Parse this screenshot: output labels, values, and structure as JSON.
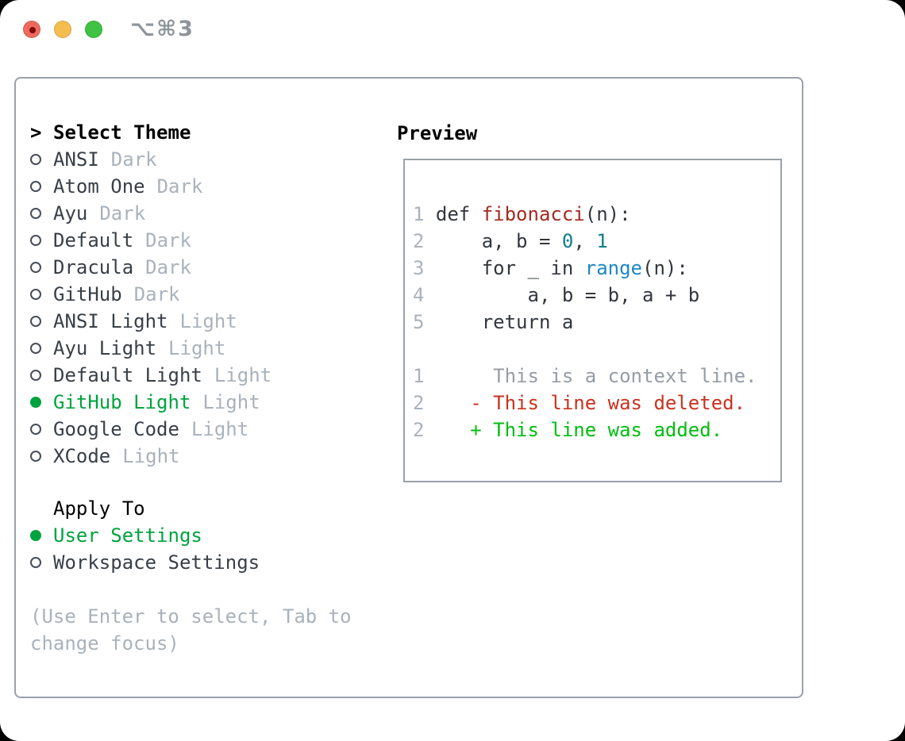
{
  "titlebar": {
    "shortcut": "⌥⌘3",
    "buttons": [
      "close",
      "minimize",
      "zoom"
    ],
    "colors": {
      "close": "#ee6a5e",
      "close_dot": "#7e0d08",
      "minimize": "#f5bd4f",
      "zoom": "#40c244",
      "shortcut_text": "#8e949b"
    }
  },
  "theme_panel": {
    "prompt": ">",
    "title": "Select Theme",
    "items": [
      {
        "name": "ANSI",
        "variant": "Dark",
        "selected": false
      },
      {
        "name": "Atom One",
        "variant": "Dark",
        "selected": false
      },
      {
        "name": "Ayu",
        "variant": "Dark",
        "selected": false
      },
      {
        "name": "Default",
        "variant": "Dark",
        "selected": false
      },
      {
        "name": "Dracula",
        "variant": "Dark",
        "selected": false
      },
      {
        "name": "GitHub",
        "variant": "Dark",
        "selected": false
      },
      {
        "name": "ANSI Light",
        "variant": "Light",
        "selected": false
      },
      {
        "name": "Ayu Light",
        "variant": "Light",
        "selected": false
      },
      {
        "name": "Default Light",
        "variant": "Light",
        "selected": false
      },
      {
        "name": "GitHub Light",
        "variant": "Light",
        "selected": true
      },
      {
        "name": "Google Code",
        "variant": "Light",
        "selected": false
      },
      {
        "name": "XCode",
        "variant": "Light",
        "selected": false
      }
    ],
    "apply_to": {
      "title": "Apply To",
      "options": [
        {
          "label": "User Settings",
          "selected": true
        },
        {
          "label": "Workspace Settings",
          "selected": false
        }
      ]
    },
    "hint": "(Use Enter to select, Tab to change focus)"
  },
  "preview": {
    "title": "Preview",
    "code_lines": [
      [
        {
          "t": "1 ",
          "c": "ln"
        },
        {
          "t": "def ",
          "c": "plain"
        },
        {
          "t": "fibonacci",
          "c": "func"
        },
        {
          "t": "(n):",
          "c": "plain"
        }
      ],
      [
        {
          "t": "2 ",
          "c": "ln"
        },
        {
          "t": "    a, b = ",
          "c": "plain"
        },
        {
          "t": "0",
          "c": "num"
        },
        {
          "t": ", ",
          "c": "plain"
        },
        {
          "t": "1",
          "c": "num"
        }
      ],
      [
        {
          "t": "3 ",
          "c": "ln"
        },
        {
          "t": "    for _ in ",
          "c": "plain"
        },
        {
          "t": "range",
          "c": "builtin"
        },
        {
          "t": "(n):",
          "c": "plain"
        }
      ],
      [
        {
          "t": "4 ",
          "c": "ln"
        },
        {
          "t": "        a, b = b, a + b",
          "c": "plain"
        }
      ],
      [
        {
          "t": "5 ",
          "c": "ln"
        },
        {
          "t": "    return a",
          "c": "plain"
        }
      ],
      [],
      [
        {
          "t": "1 ",
          "c": "ln"
        },
        {
          "t": "     This is a context line.",
          "c": "ctx"
        }
      ],
      [
        {
          "t": "2 ",
          "c": "ln"
        },
        {
          "t": "   - This line was deleted.",
          "c": "del"
        }
      ],
      [
        {
          "t": "2 ",
          "c": "ln"
        },
        {
          "t": "   + This line was added.",
          "c": "add"
        }
      ]
    ]
  },
  "colors": {
    "panel_border": "#99a1aa",
    "text_dark": "#32373e",
    "muted_gray": "#a9b2bc",
    "selected_green": "#00a33e",
    "added_green": "#00bd0f",
    "deleted_red": "#c9321f",
    "function_red": "#a32a21",
    "builtin_blue": "#1e87c4",
    "number_teal": "#0e7f8a"
  }
}
